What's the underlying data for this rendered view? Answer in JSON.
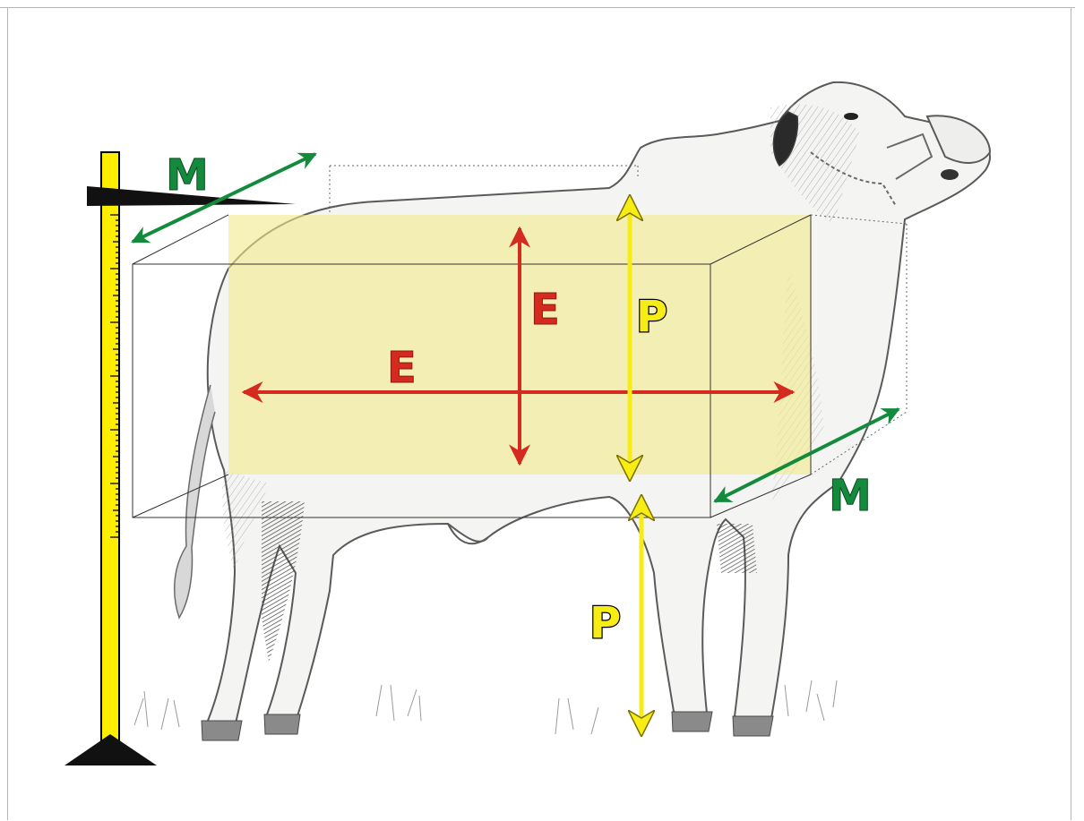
{
  "labels": {
    "m_top": "M",
    "m_bottom": "M",
    "e_horizontal": "E",
    "e_vertical": "E",
    "p_upper": "P",
    "p_lower": "P"
  },
  "colors": {
    "red": "#d42a1f",
    "yellow": "#f7ec14",
    "green": "#138a3c",
    "highlight": "#f1e98a",
    "ruler": "#ffee00",
    "ink": "#000000"
  },
  "icons": {
    "measuring_stick": "measuring-stick-icon",
    "base": "triangle-base-icon",
    "pointer": "wedge-pointer-icon"
  }
}
